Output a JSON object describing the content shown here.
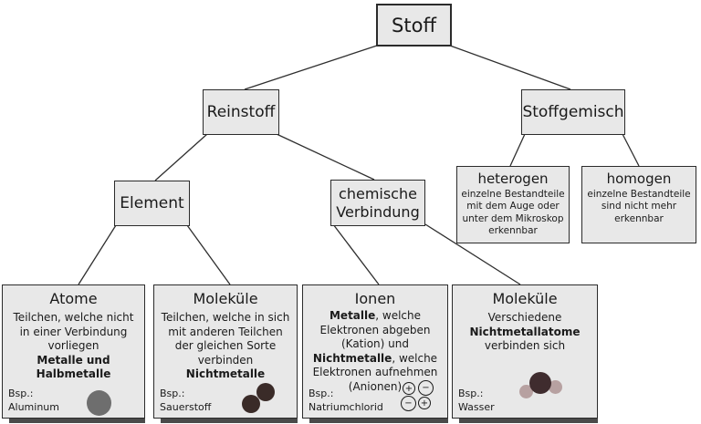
{
  "colors": {
    "background": "#ffffff",
    "box_fill": "#e8e8e8",
    "box_border": "#2b2b2b",
    "connector_line": "#2e2e2e",
    "aluminum_atom": "#6e6e6e",
    "oxygen_atom_dark": "#3a2b28",
    "water_oxygen": "#3f2c2e",
    "water_hydrogen": "#b7a1a1",
    "shadow_bar": "#4a4a4a"
  },
  "nodes": {
    "stoff": {
      "label": "Stoff"
    },
    "reinstoff": {
      "label": "Reinstoff"
    },
    "stoffgemisch": {
      "label": "Stoffgemisch"
    },
    "element": {
      "label": "Element"
    },
    "chemische_verbindung": {
      "label": "chemische\nVerbindung"
    },
    "heterogen": {
      "title": "heterogen",
      "description": "einzelne Bestandteile mit dem Auge oder unter dem Mikroskop erkennbar"
    },
    "homogen": {
      "title": "homogen",
      "description": "einzelne Bestandteile sind nicht mehr erkennbar"
    },
    "atome": {
      "title": "Atome",
      "text": "Teilchen, welche nicht in einer Verbindung vorliegen",
      "text_bold": "Metalle und Halbmetalle",
      "example_label": "Bsp.:",
      "example": "Aluminum",
      "icon": "aluminum-atom-circle"
    },
    "molekuele_element": {
      "title": "Moleküle",
      "text": "Teilchen, welche in sich mit anderen Teilchen der gleichen Sorte verbinden",
      "text_bold": "Nichtmetalle",
      "example_label": "Bsp.:",
      "example": "Sauerstoff",
      "icon": "oxygen-molecule-two-atoms"
    },
    "ionen": {
      "title": "Ionen",
      "text_parts": {
        "bold1": "Metalle",
        "normal1": ", welche Elektronen abgeben (Kation) und ",
        "bold2": "Nichtmetalle",
        "normal2": ", welche Elektronen aufnehmen (Anionen)"
      },
      "example_label": "Bsp.:",
      "example": "Natriumchlorid",
      "icon": "ion-charge-circles",
      "ion_symbols": [
        "+",
        "−",
        "−",
        "+"
      ]
    },
    "molekuele_verbindung": {
      "title": "Moleküle",
      "text_parts": {
        "normal1": "Verschiedene ",
        "bold1": "Nichtmetallatome",
        "normal2": " verbinden sich"
      },
      "example_label": "Bsp.:",
      "example": "Wasser",
      "icon": "water-molecule"
    }
  },
  "edges": [
    {
      "from": "Stoff",
      "to": "Reinstoff"
    },
    {
      "from": "Stoff",
      "to": "Stoffgemisch"
    },
    {
      "from": "Reinstoff",
      "to": "Element"
    },
    {
      "from": "Reinstoff",
      "to": "chemische Verbindung"
    },
    {
      "from": "Stoffgemisch",
      "to": "heterogen"
    },
    {
      "from": "Stoffgemisch",
      "to": "homogen"
    },
    {
      "from": "Element",
      "to": "Atome"
    },
    {
      "from": "Element",
      "to": "Moleküle"
    },
    {
      "from": "chemische Verbindung",
      "to": "Ionen"
    },
    {
      "from": "chemische Verbindung",
      "to": "Moleküle"
    }
  ]
}
